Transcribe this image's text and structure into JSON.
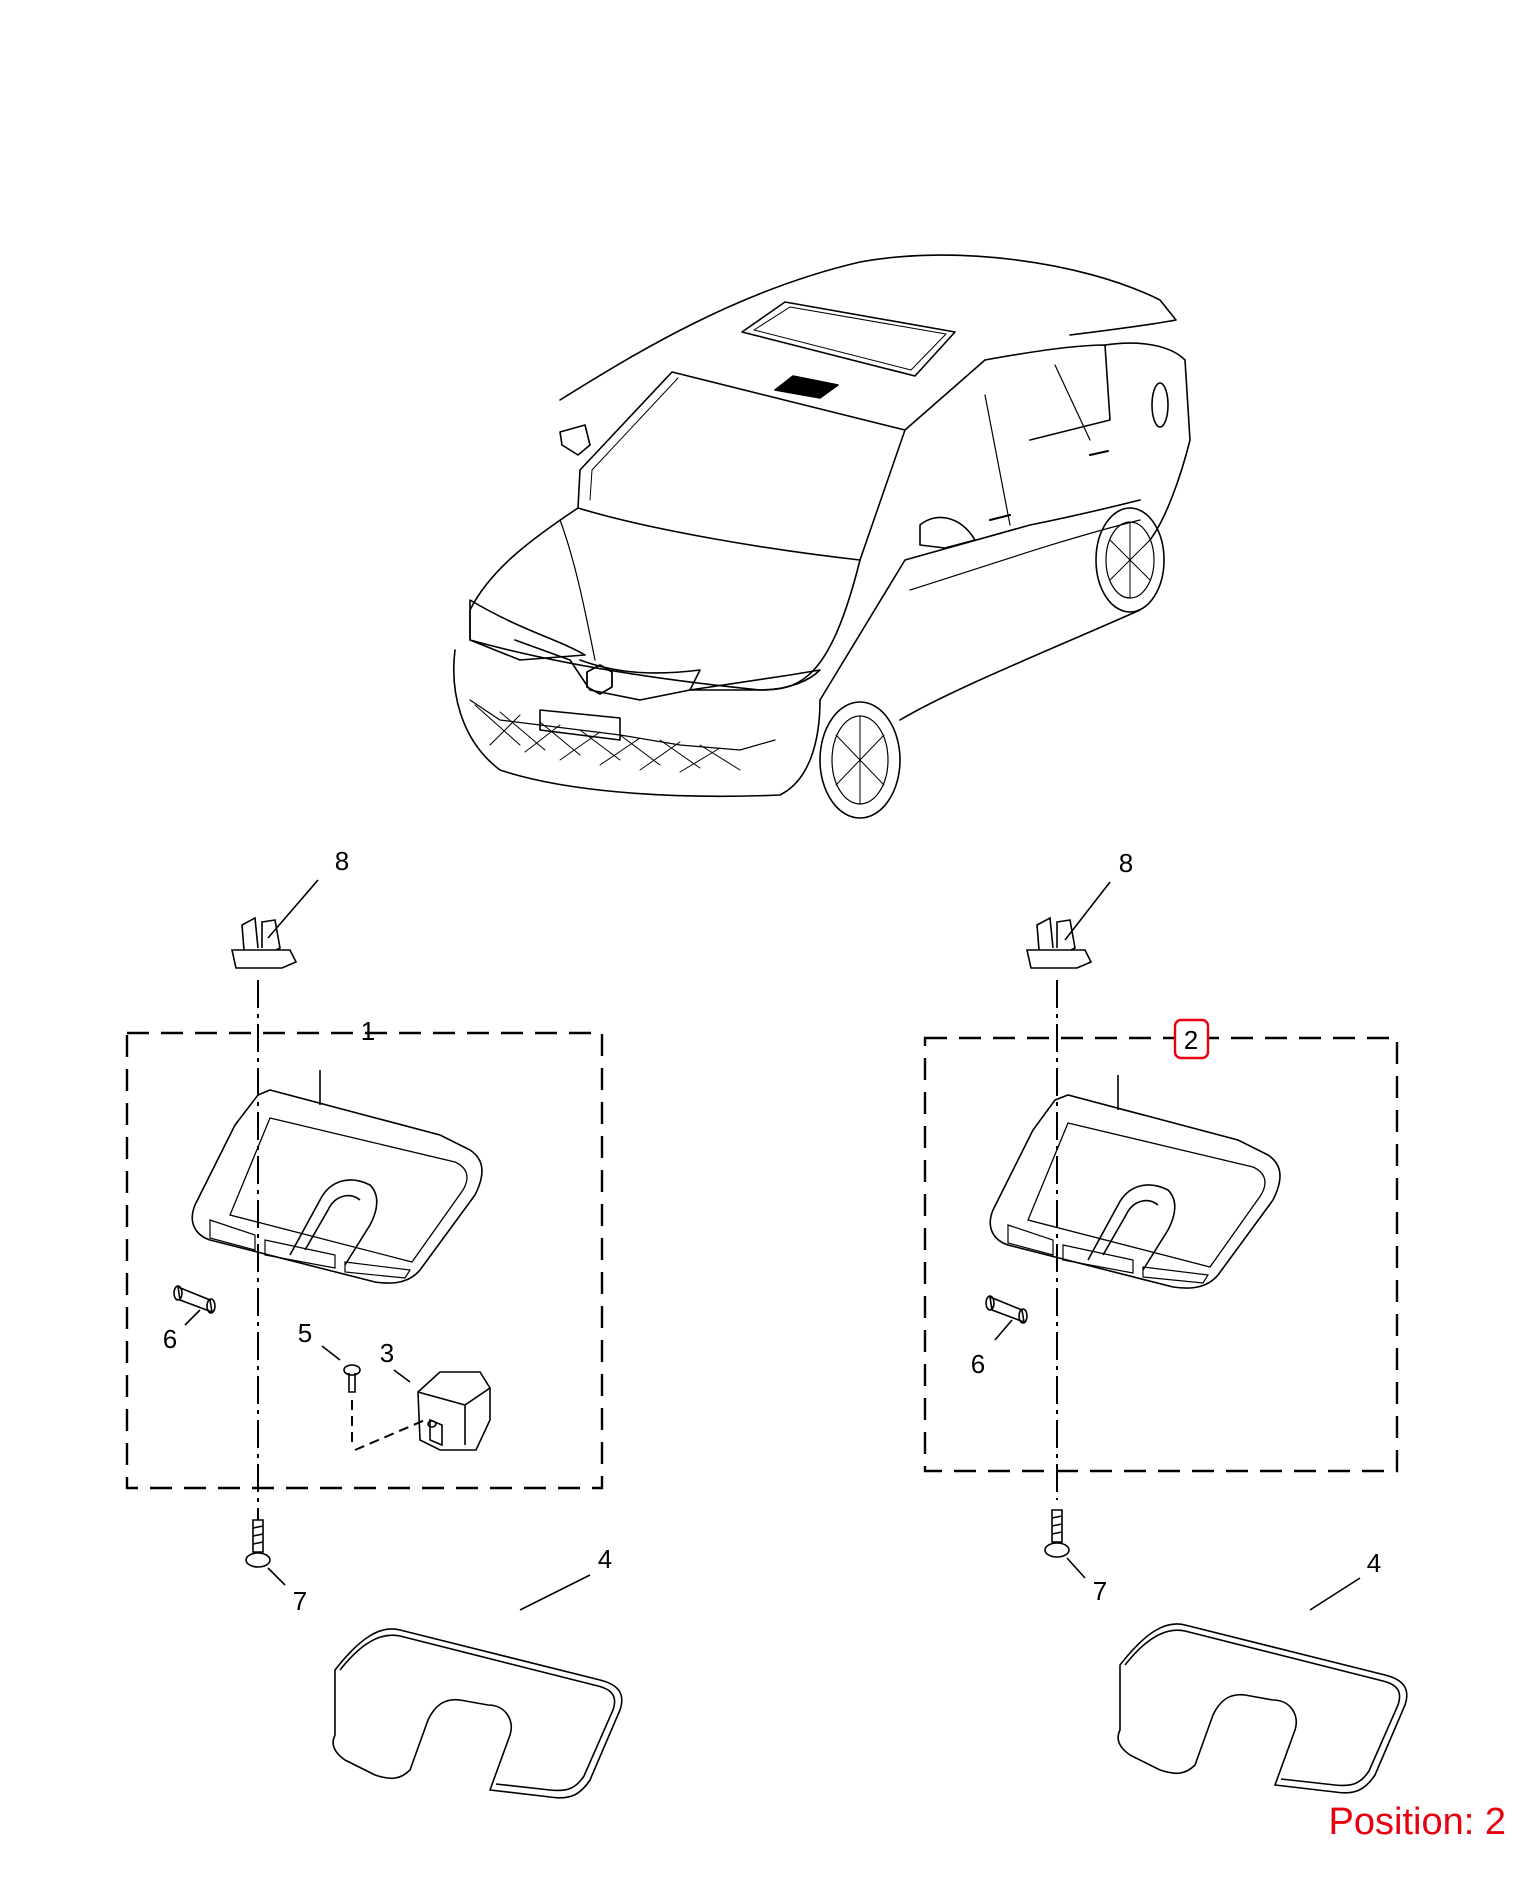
{
  "callouts": {
    "left_group_id": "1",
    "right_group_id": "2",
    "clip": "8",
    "switch": "3",
    "pad": "4",
    "screw_small": "5",
    "bulb": "6",
    "screw": "7"
  },
  "highlighted_callout": "2",
  "position_label": "Position: 2",
  "colors": {
    "highlight": "#e8000f",
    "line": "#000000"
  }
}
